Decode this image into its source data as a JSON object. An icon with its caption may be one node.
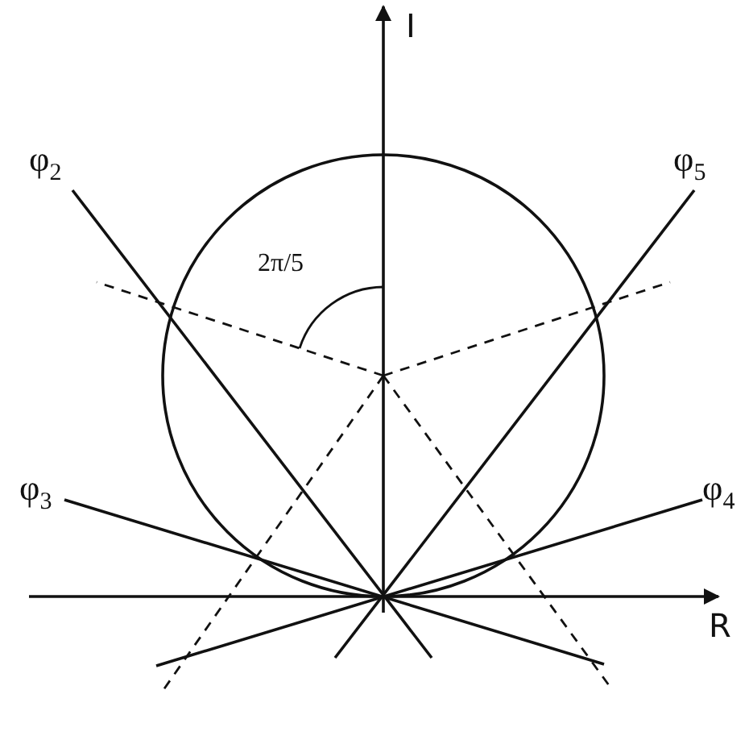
{
  "diagram": {
    "labels": [
      "I",
      "φ$_{2}$",
      "φ$_{5}$",
      "2π/5",
      "φ$_{3}$",
      "φ$_{4}$",
      "R"
    ]
  }
}
